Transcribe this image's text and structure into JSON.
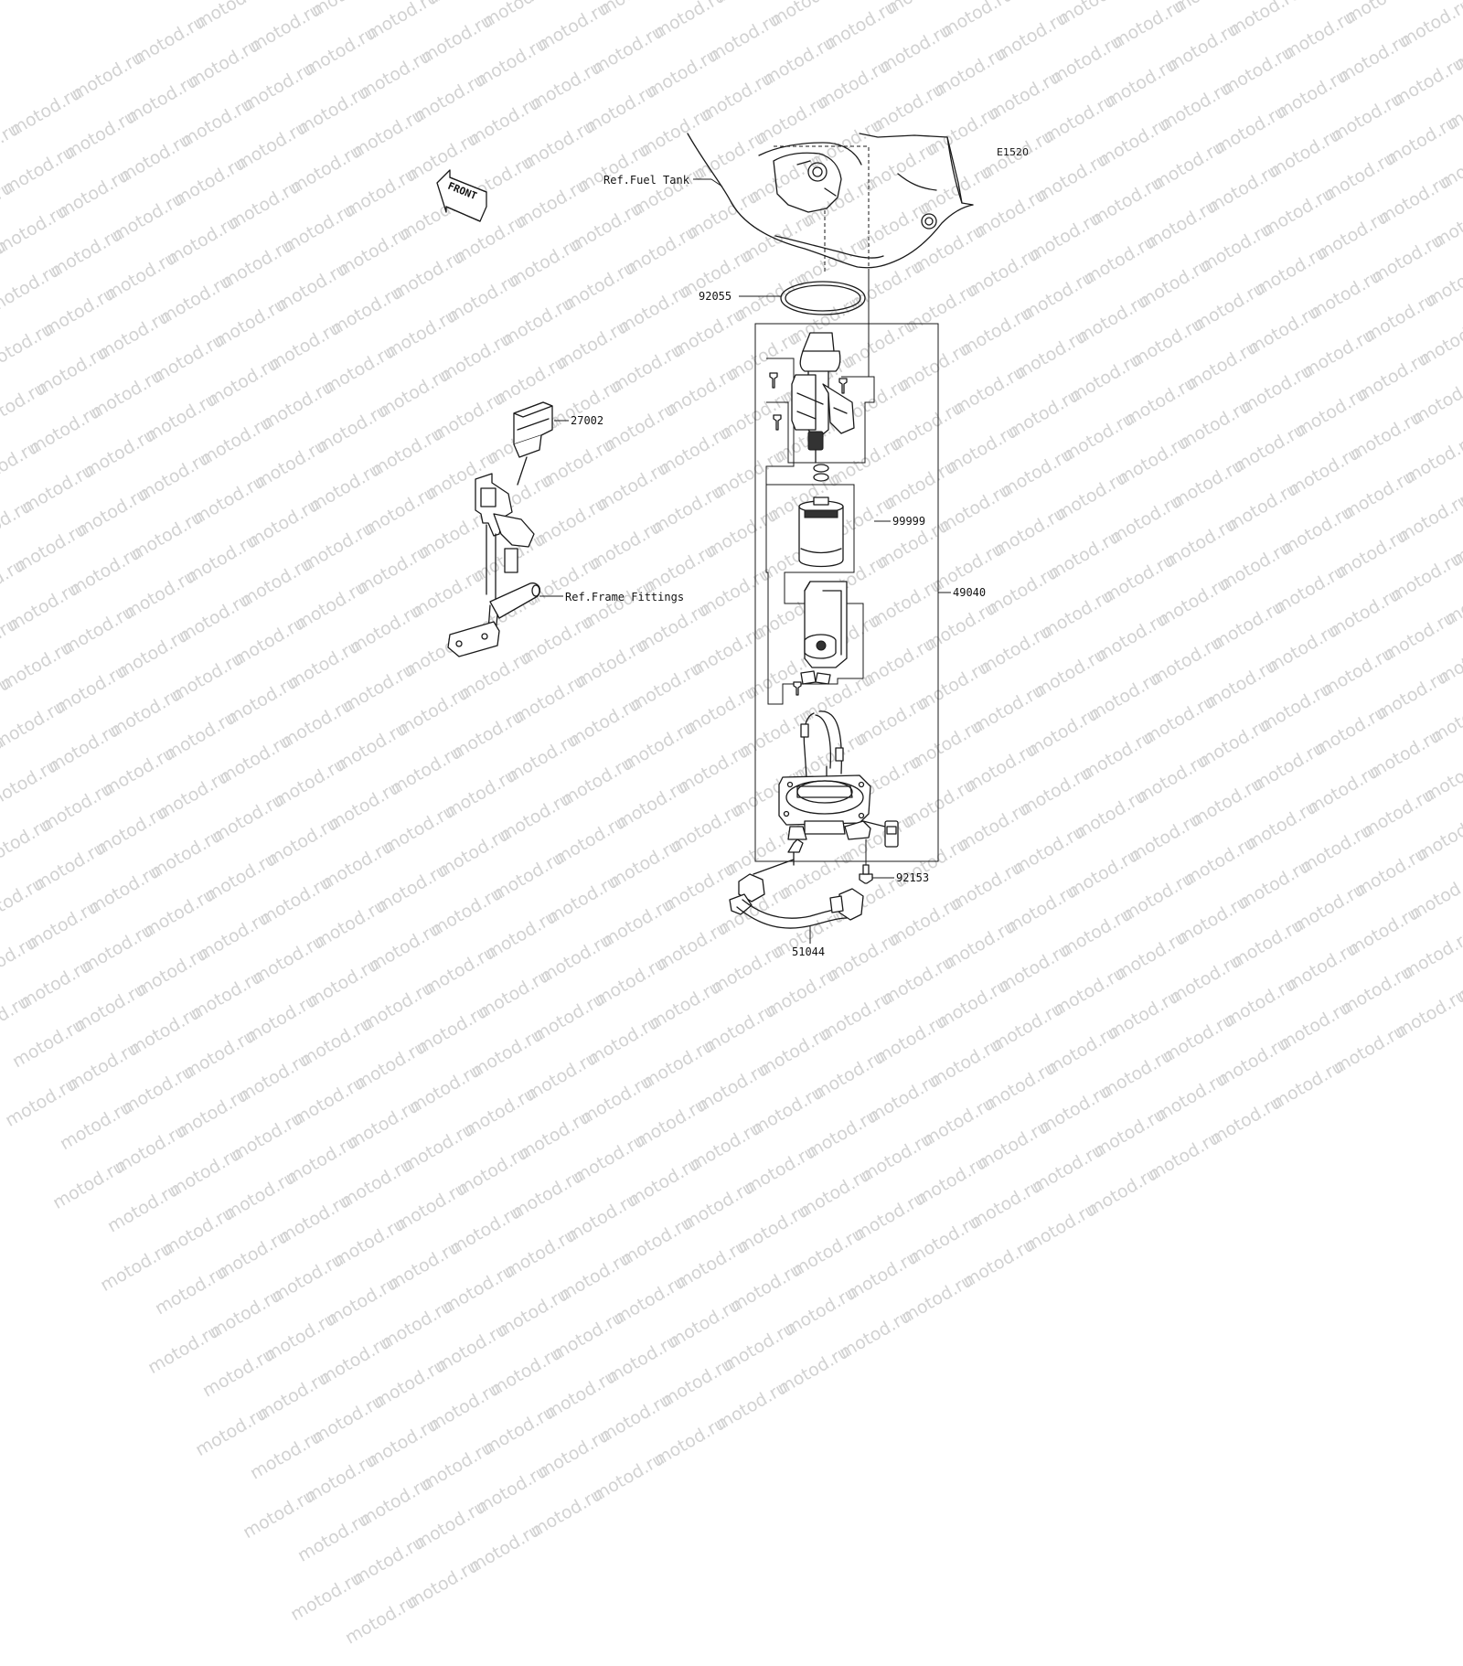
{
  "diagram_code": "E1520",
  "orientation": {
    "front_label": "FRONT"
  },
  "watermark": {
    "text": "motod.ru"
  },
  "references": [
    {
      "id": "fuel-tank",
      "label": "Ref.Fuel Tank"
    },
    {
      "id": "frame-fittings",
      "label": "Ref.Frame Fittings"
    }
  ],
  "parts": [
    {
      "id": "92055",
      "label": "92055"
    },
    {
      "id": "27002",
      "label": "27002"
    },
    {
      "id": "99999",
      "label": "99999"
    },
    {
      "id": "49040",
      "label": "49040"
    },
    {
      "id": "92153",
      "label": "92153"
    },
    {
      "id": "51044",
      "label": "51044"
    }
  ]
}
